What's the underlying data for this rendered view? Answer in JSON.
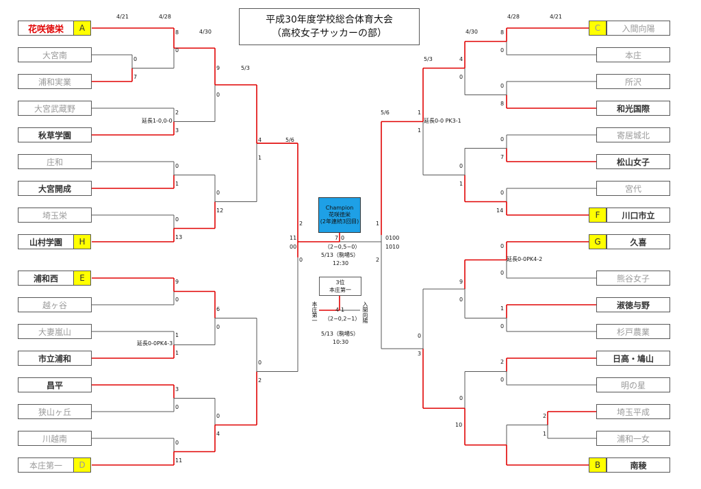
{
  "title": {
    "line1": "平成30年度学校総合体育大会",
    "line2": "（高校女子サッカーの部）"
  },
  "colors": {
    "win_line": "#e00000",
    "lose_line": "#555555",
    "seed_bg": "#ffff00",
    "champion_bg": "#1ea0e6"
  },
  "dates": {
    "left_r1": "4/21",
    "left_r2": "4/28",
    "left_r3": "4/30",
    "left_qf": "5/3",
    "left_sf": "5/6",
    "right_r1": "4/21",
    "right_r2": "4/28",
    "right_r3": "4/30",
    "right_qf": "5/3",
    "right_sf": "5/6"
  },
  "left_teams": [
    {
      "name": "花咲徳栄",
      "seed": "A",
      "style": "champ"
    },
    {
      "name": "大宮南",
      "seed": "",
      "style": "dim"
    },
    {
      "name": "浦和実業",
      "seed": "",
      "style": "dim"
    },
    {
      "name": "大宮武蔵野",
      "seed": "",
      "style": "dim"
    },
    {
      "name": "秋草学園",
      "seed": "",
      "style": "win"
    },
    {
      "name": "庄和",
      "seed": "",
      "style": "dim"
    },
    {
      "name": "大宮開成",
      "seed": "",
      "style": "win"
    },
    {
      "name": "埼玉栄",
      "seed": "",
      "style": "dim"
    },
    {
      "name": "山村学園",
      "seed": "H",
      "style": "win"
    },
    {
      "name": "浦和西",
      "seed": "E",
      "style": "win"
    },
    {
      "name": "越ヶ谷",
      "seed": "",
      "style": "dim"
    },
    {
      "name": "大妻嵐山",
      "seed": "",
      "style": "dim"
    },
    {
      "name": "市立浦和",
      "seed": "",
      "style": "win"
    },
    {
      "name": "昌平",
      "seed": "",
      "style": "win"
    },
    {
      "name": "狭山ヶ丘",
      "seed": "",
      "style": "dim"
    },
    {
      "name": "川越南",
      "seed": "",
      "style": "dim"
    },
    {
      "name": "本庄第一",
      "seed": "D",
      "style": "dim"
    }
  ],
  "right_teams": [
    {
      "name": "入間向陽",
      "seed": "C",
      "style": "dim"
    },
    {
      "name": "本庄",
      "seed": "",
      "style": "dim"
    },
    {
      "name": "所沢",
      "seed": "",
      "style": "dim"
    },
    {
      "name": "和光国際",
      "seed": "",
      "style": "win"
    },
    {
      "name": "寄居城北",
      "seed": "",
      "style": "dim"
    },
    {
      "name": "松山女子",
      "seed": "",
      "style": "win"
    },
    {
      "name": "宮代",
      "seed": "",
      "style": "dim"
    },
    {
      "name": "川口市立",
      "seed": "F",
      "style": "win"
    },
    {
      "name": "久喜",
      "seed": "G",
      "style": "win"
    },
    {
      "name": "熊谷女子",
      "seed": "",
      "style": "dim"
    },
    {
      "name": "淑徳与野",
      "seed": "",
      "style": "win"
    },
    {
      "name": "杉戸農業",
      "seed": "",
      "style": "dim"
    },
    {
      "name": "日高・鳩山",
      "seed": "",
      "style": "win"
    },
    {
      "name": "明の星",
      "seed": "",
      "style": "dim"
    },
    {
      "name": "埼玉平成",
      "seed": "",
      "style": "dim"
    },
    {
      "name": "浦和一女",
      "seed": "",
      "style": "dim"
    },
    {
      "name": "南稜",
      "seed": "B",
      "style": "win"
    }
  ],
  "scores": {
    "l_a1": "0",
    "l_a2": "7",
    "l_a3": "8",
    "l_a4": "0",
    "l_b1": "2",
    "l_b2": "3",
    "l_b_note": "延長1-0,0-0",
    "l_c1": "9",
    "l_c2": "0",
    "l_d1": "0",
    "l_d2": "1",
    "l_e1": "0",
    "l_e2": "13",
    "l_f1": "0",
    "l_f2": "12",
    "l_qf1": "4",
    "l_qf2": "1",
    "l_g1": "9",
    "l_g2": "0",
    "l_h1": "1",
    "l_h2": "1",
    "l_h_note": "延長0-0PK4-3",
    "l_i1": "6",
    "l_i2": "0",
    "l_j1": "3",
    "l_j2": "0",
    "l_k1": "0",
    "l_k2": "11",
    "l_l1": "0",
    "l_l2": "4",
    "l_qf3": "0",
    "l_qf4": "2",
    "l_sf1": "2",
    "l_sf2": "0",
    "l_fin_a": "11",
    "l_fin_b": "00",
    "r_a1": "8",
    "r_a2": "0",
    "r_b1": "0",
    "r_b2": "8",
    "r_c1": "4",
    "r_c2": "0",
    "r_d1": "0",
    "r_d2": "7",
    "r_e1": "0",
    "r_e2": "14",
    "r_f1": "0",
    "r_f2": "1",
    "r_qf1": "1",
    "r_qf2": "1",
    "r_qf_note": "延長0-0 PK3-1",
    "r_g1": "0",
    "r_g2": "0",
    "r_g_note": "延長0-0PK4-2",
    "r_h1": "1",
    "r_h2": "0",
    "r_i1": "9",
    "r_i2": "0",
    "r_j1": "2",
    "r_j2": "0",
    "r_k1": "2",
    "r_k2": "1",
    "r_l1": "0",
    "r_l2": "10",
    "r_qf3": "0",
    "r_qf4": "3",
    "r_sf1": "1",
    "r_sf2": "2",
    "r_fin_a": "0100",
    "r_fin_b": "1010"
  },
  "final": {
    "champion_label": "Champion",
    "champion_name": "花咲徳栄",
    "champion_note": "(2年連続3回目)",
    "score_left": "7",
    "score_right": "0",
    "score_detail": "（2−0,5−0）",
    "date_venue": "5/13（駒場S）",
    "time": "12:30"
  },
  "third": {
    "label": "3位",
    "name": "本庄第一",
    "left_team": "本庄第一",
    "right_team": "入間向陽",
    "score_left": "4",
    "score_right": "1",
    "score_detail": "（2−0,2−1）",
    "date_venue": "5/13（駒場S）",
    "time": "10:30"
  }
}
